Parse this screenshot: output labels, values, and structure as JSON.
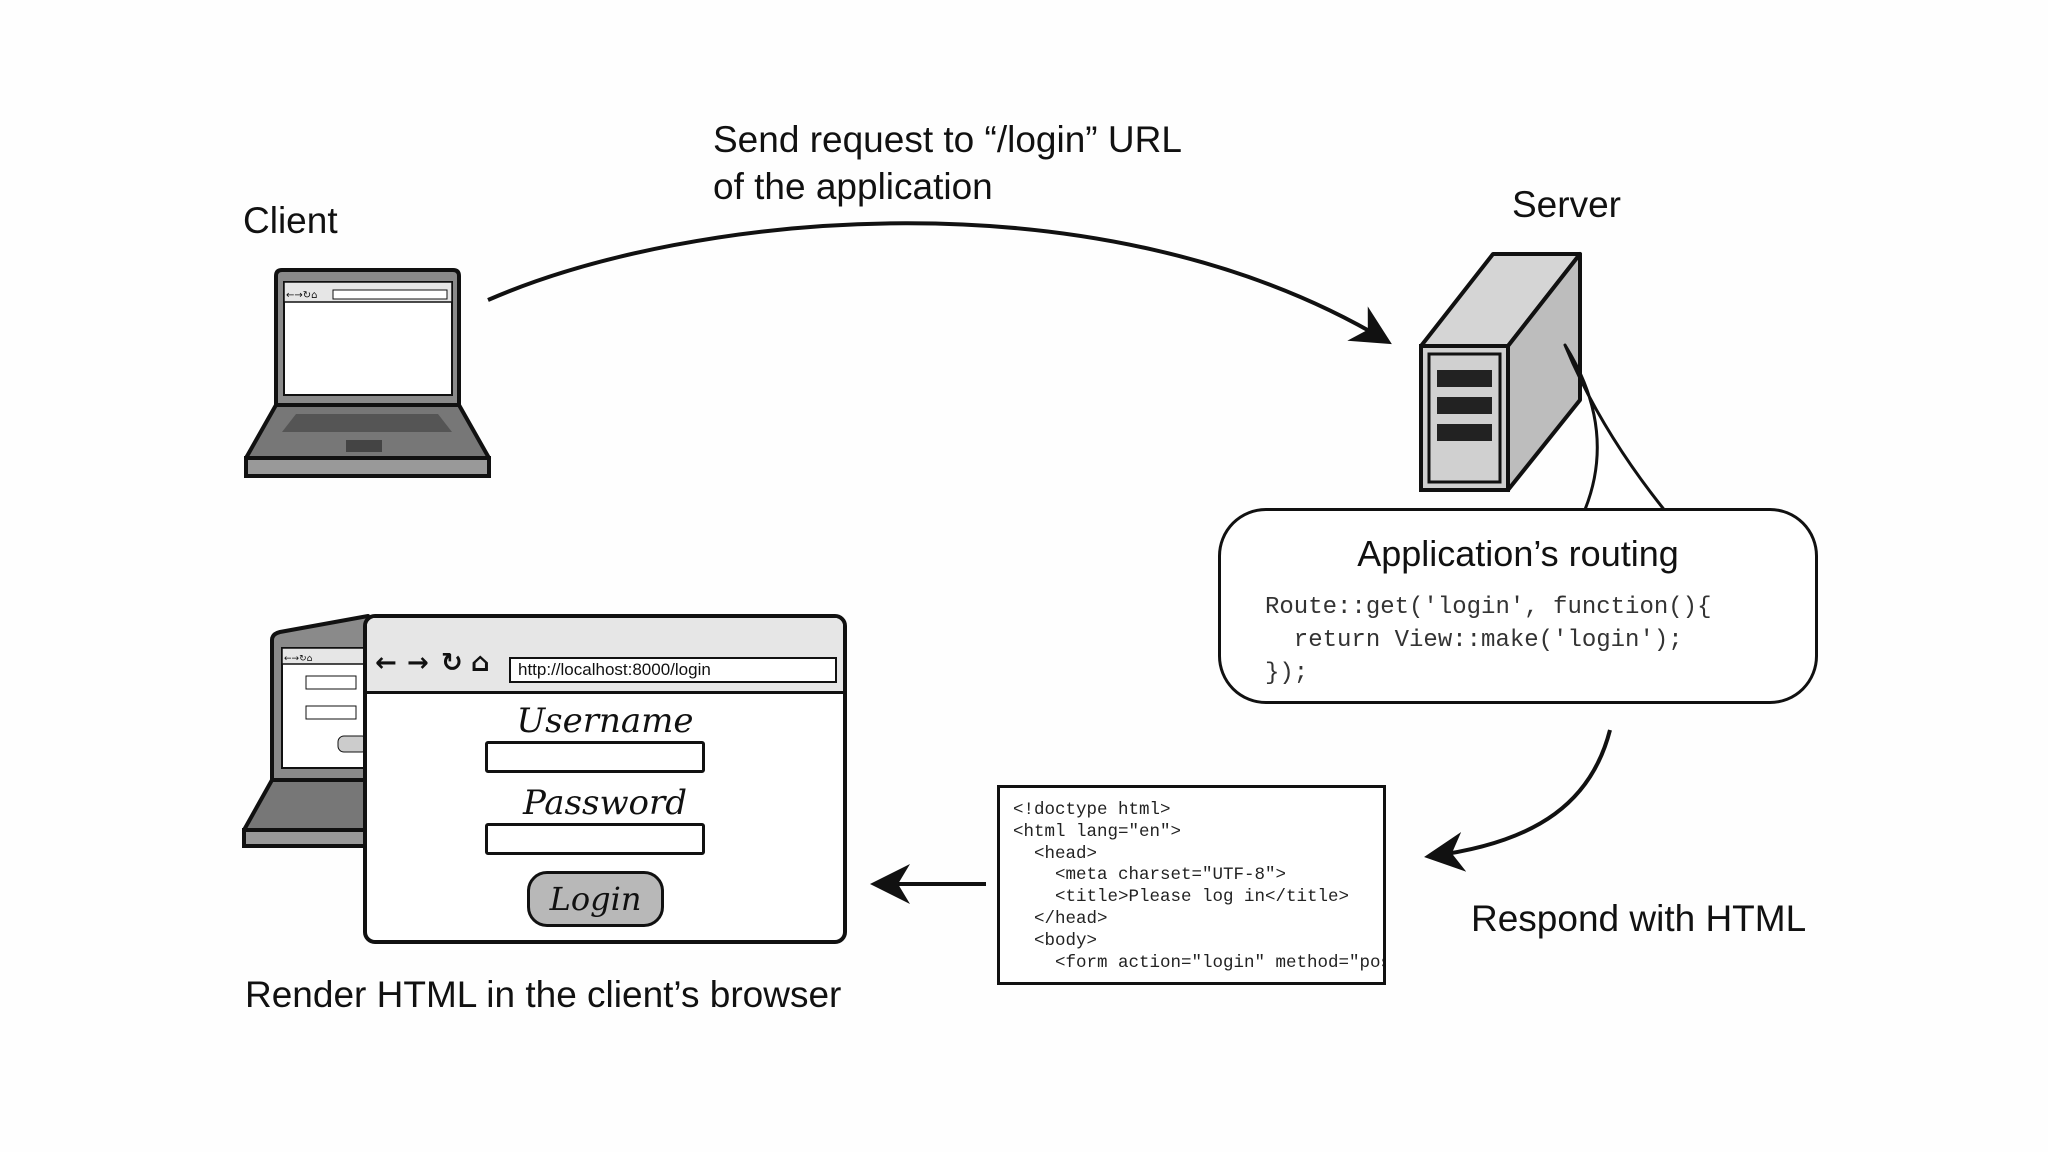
{
  "labels": {
    "request_line1": "Send request to “/login” URL",
    "request_line2": "of the application",
    "client": "Client",
    "server": "Server",
    "respond": "Respond with HTML",
    "render": "Render HTML in the client’s browser"
  },
  "routing": {
    "title": "Application’s routing",
    "code": "Route::get('login', function(){\n  return View::make('login');\n});"
  },
  "html_response": {
    "code": "<!doctype html>\n<html lang=\"en\">\n  <head>\n    <meta charset=\"UTF-8\">\n    <title>Please log in</title>\n  </head>\n  <body>\n    <form action=\"login\" method=\"post\">"
  },
  "browser": {
    "url": "http://localhost:8000/login",
    "username_label": "Username",
    "password_label": "Password",
    "login_button": "Login"
  },
  "colors": {
    "ink": "#111111",
    "laptop_body": "#8a8a8a",
    "server_body": "#d0d0d0",
    "toolbar": "#e6e6e6"
  }
}
